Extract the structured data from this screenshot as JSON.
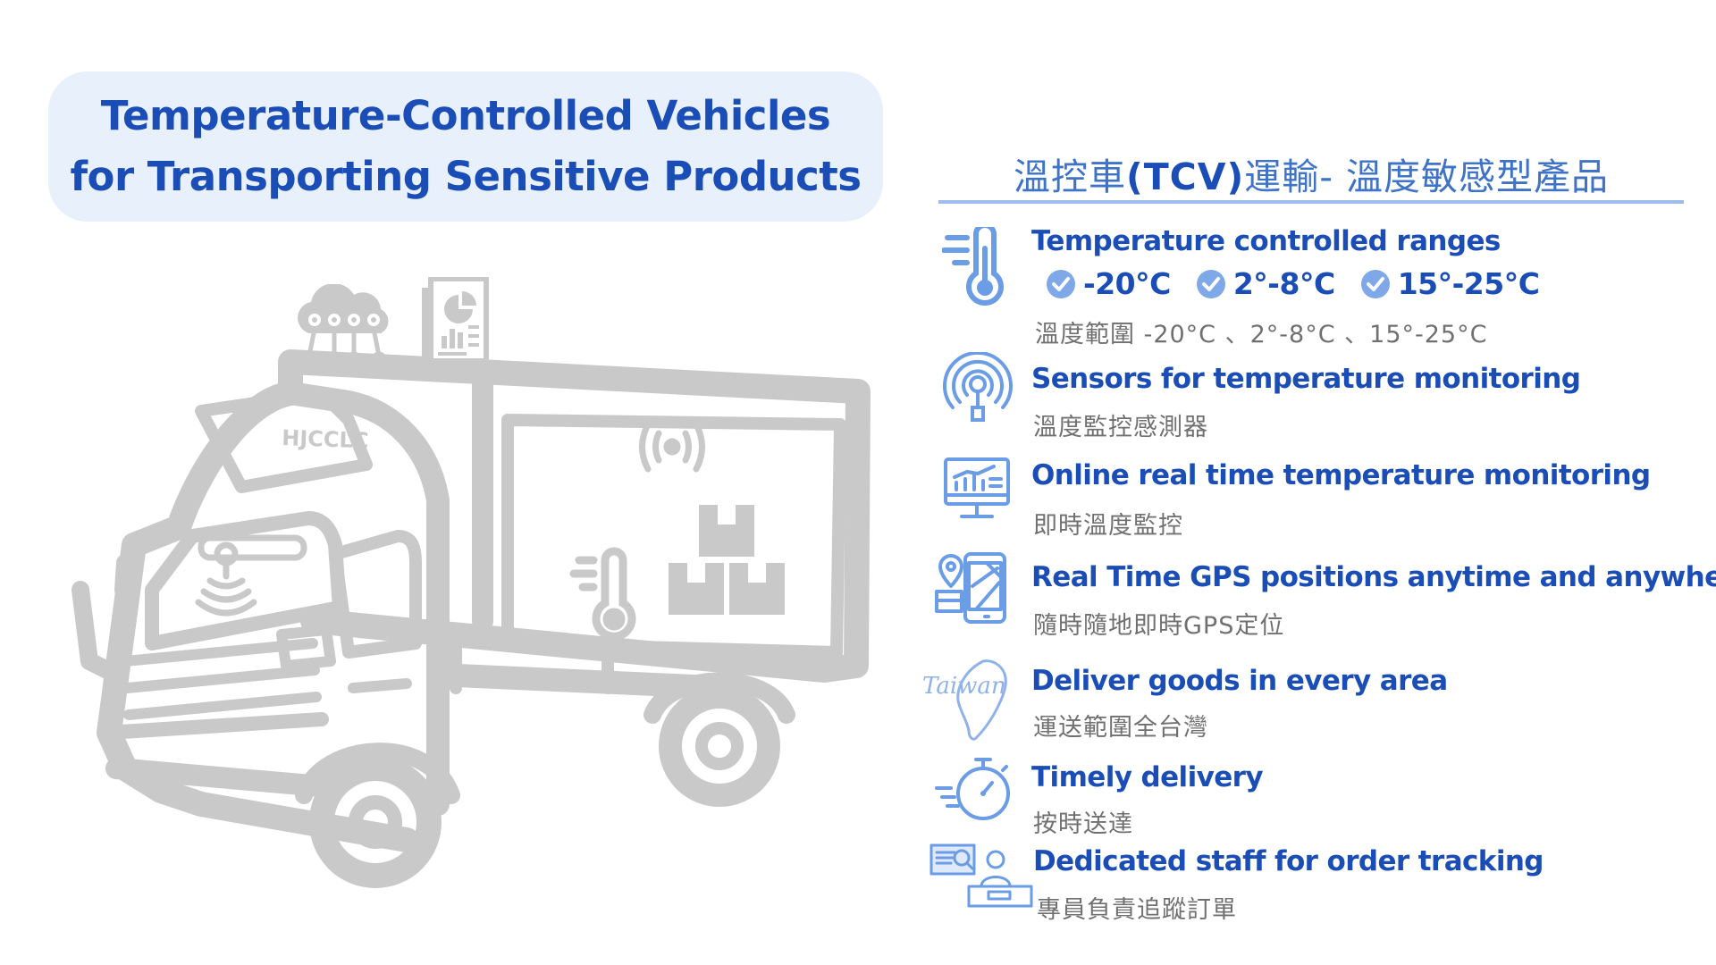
{
  "title": {
    "line1": "Temperature-Controlled Vehicles",
    "line2": "for Transporting Sensitive Products"
  },
  "zh_header": {
    "prefix": "溫控車",
    "highlight": "(TCV)",
    "suffix": "運輸- 溫度敏感型產品"
  },
  "truck": {
    "brand": "HJCCLC",
    "icons": [
      "cloud-network-icon",
      "report-document-icon",
      "wireless-signal-icon",
      "thermometer-icon",
      "boxes-icon",
      "camera-sensor-icon"
    ]
  },
  "features": [
    {
      "icon": "thermometer-icon",
      "title": "Temperature controlled ranges",
      "ranges": [
        "-20°C",
        "2°-8°C",
        "15°-25°C"
      ],
      "subtitle": "溫度範圍 -20°C 、2°-8°C 、15°-25°C"
    },
    {
      "icon": "sensor-signal-icon",
      "title": "Sensors for temperature monitoring",
      "subtitle": "溫度監控感測器"
    },
    {
      "icon": "monitor-chart-icon",
      "title": "Online real time temperature monitoring",
      "subtitle": "即時溫度監控"
    },
    {
      "icon": "gps-map-phone-icon",
      "title": "Real Time GPS positions anytime and anywhere",
      "subtitle": "隨時隨地即時GPS定位"
    },
    {
      "icon": "taiwan-map-icon",
      "icon_label": "Taiwan",
      "title": "Deliver goods in every area",
      "subtitle": "運送範圍全台灣"
    },
    {
      "icon": "stopwatch-icon",
      "title": "Timely delivery",
      "subtitle": "按時送達"
    },
    {
      "icon": "staff-tracking-icon",
      "title": "Dedicated staff for order tracking",
      "subtitle": "專員負責追蹤訂單"
    }
  ],
  "colors": {
    "accent": "#1a4db5",
    "light_accent": "#3f73c8",
    "icon_blue": "#6b9ce6",
    "rule": "#9dbcec",
    "title_bg": "#e8f0fb",
    "truck_gray": "#c9c9c9",
    "subtitle_gray": "#707070"
  }
}
